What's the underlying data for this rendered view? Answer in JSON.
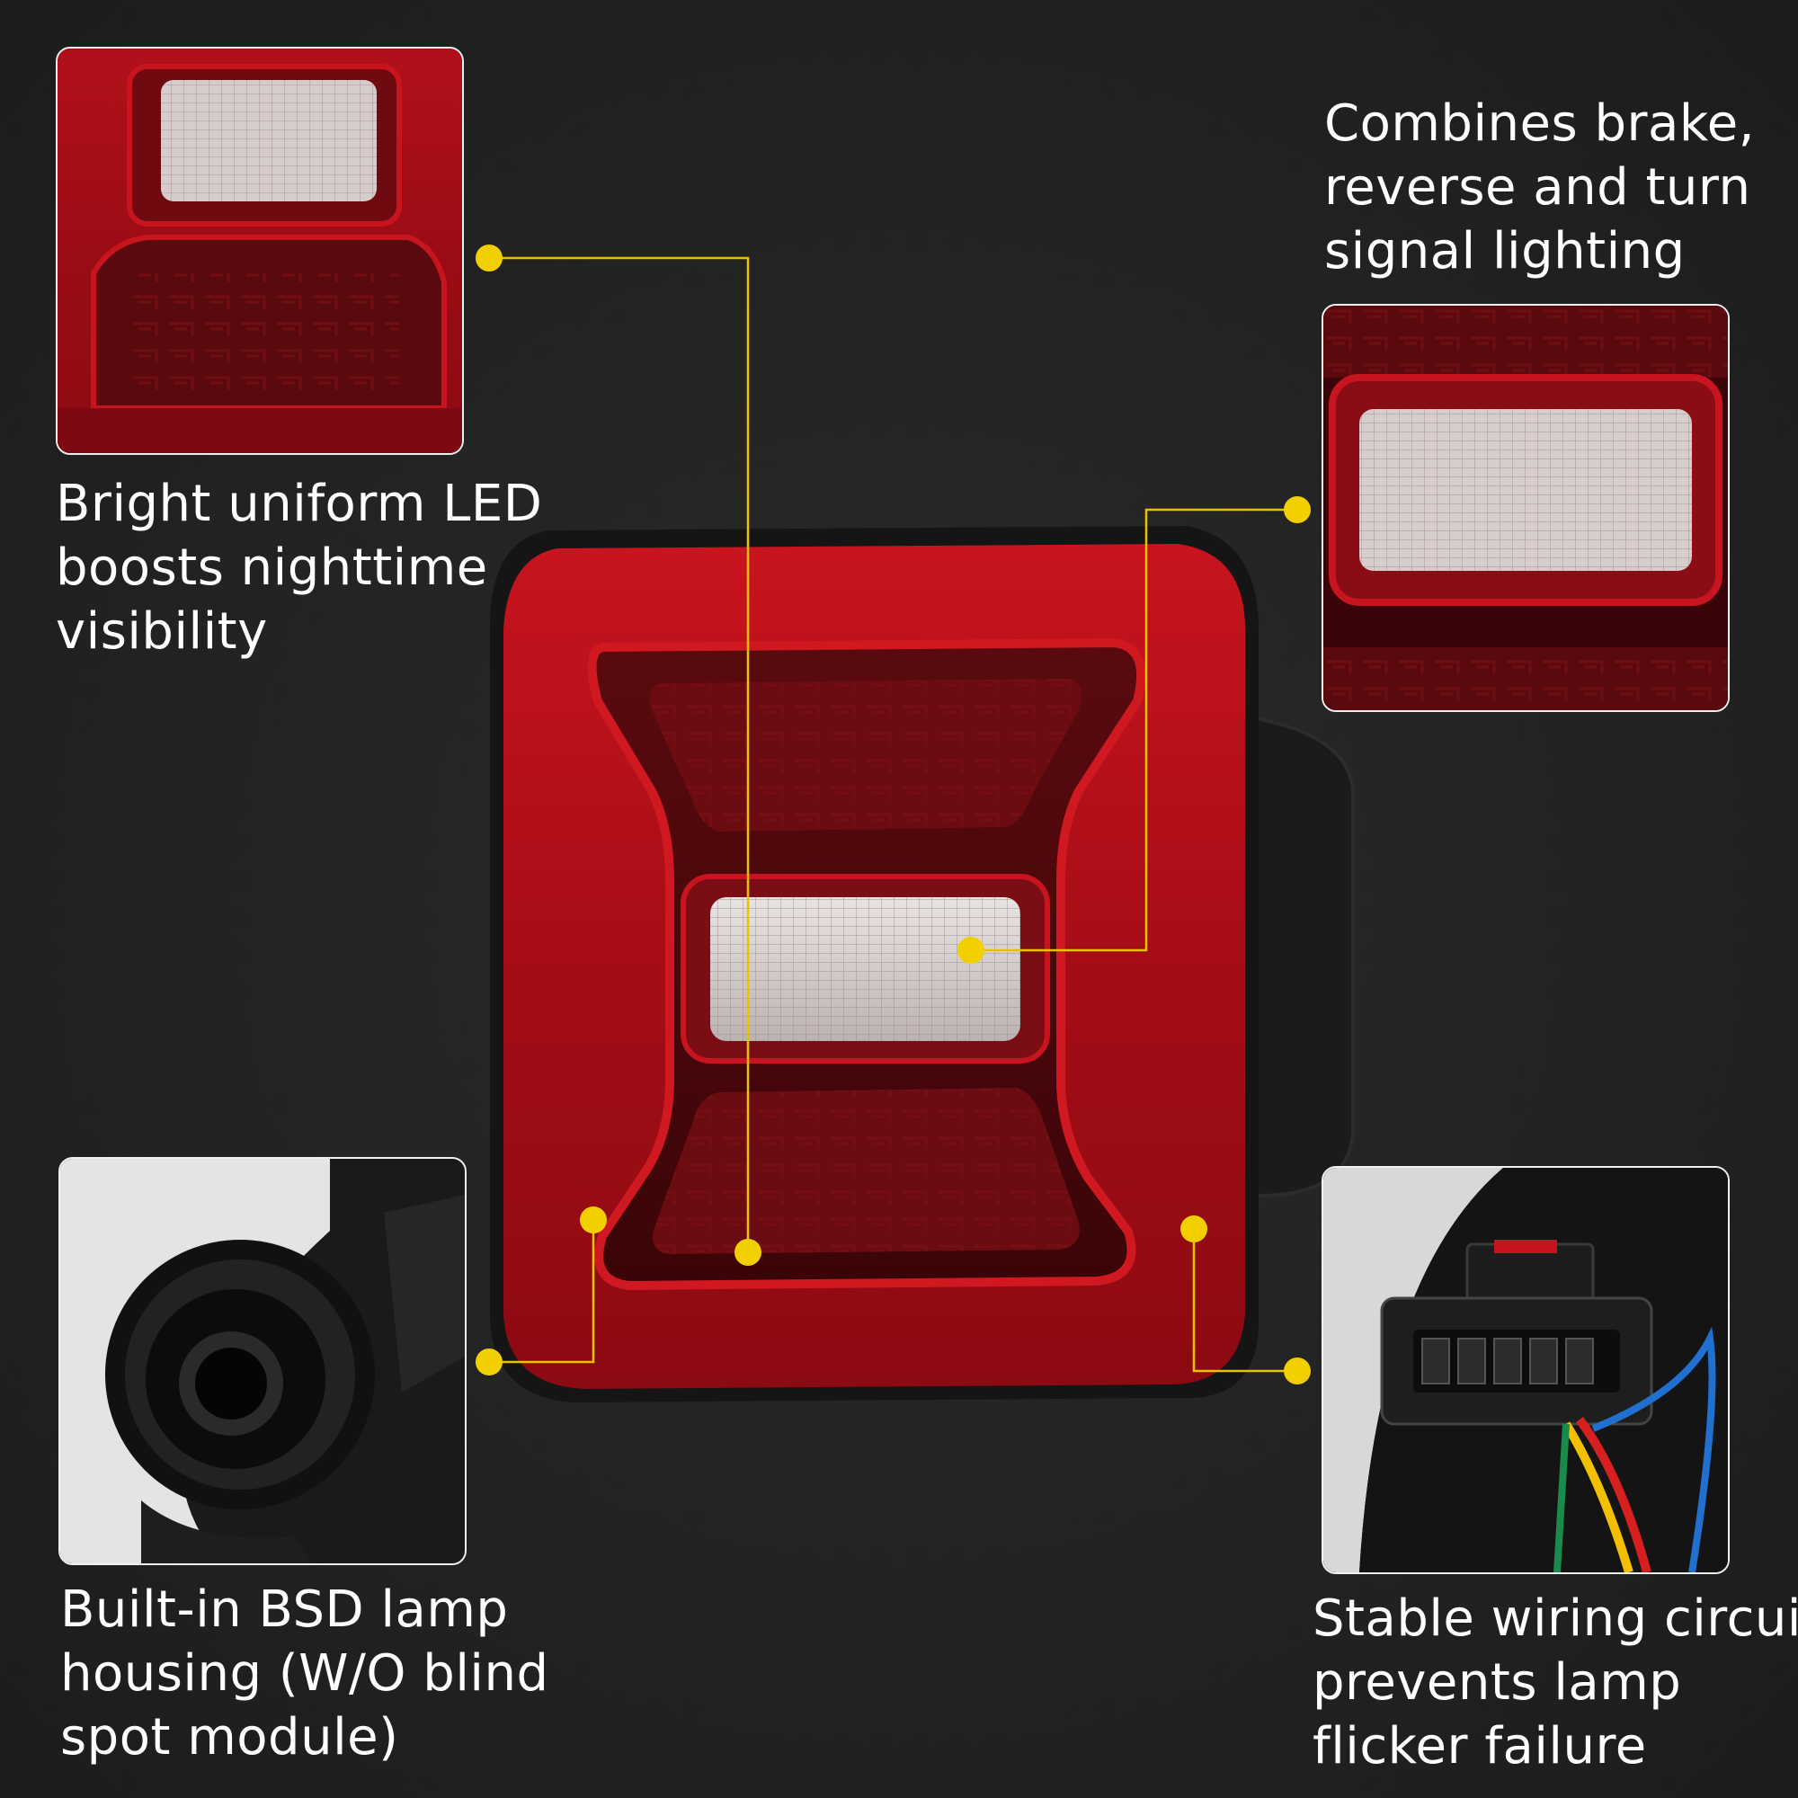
{
  "captions": {
    "top_left": [
      "Bright uniform LED",
      "boosts nighttime",
      "visibility"
    ],
    "top_right": [
      "Combines brake,",
      "reverse and turn",
      "signal lighting"
    ],
    "bottom_left": [
      "Built-in BSD lamp",
      "housing (W/O blind",
      "spot module)"
    ],
    "bottom_right": [
      "Stable wiring circuit",
      "prevents lamp",
      "flicker failure"
    ]
  },
  "colors": {
    "background": "#222222",
    "callout_line": "#e8c400",
    "callout_dot": "#f2d000",
    "lens_red": "#b0101a",
    "housing": "#1a1a1a",
    "text": "#ffffff"
  }
}
